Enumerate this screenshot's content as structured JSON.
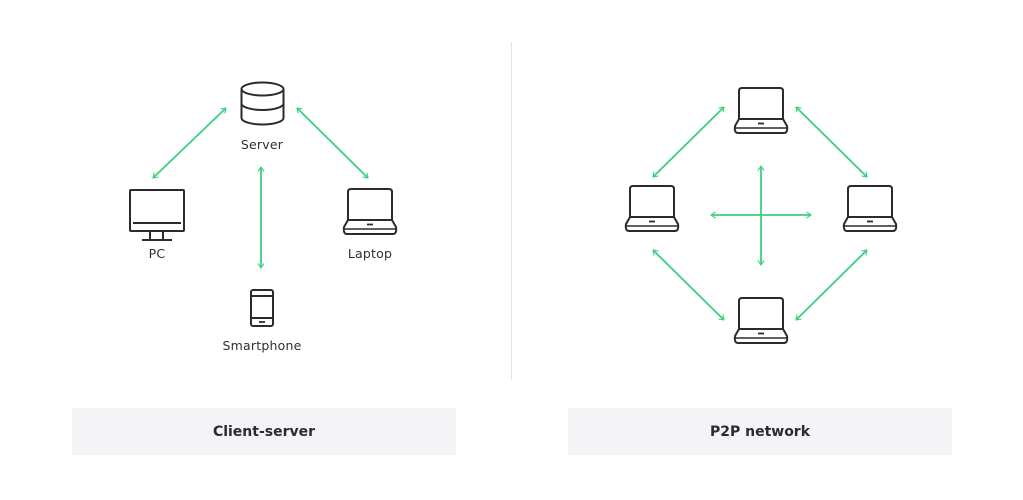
{
  "colors": {
    "icon_stroke": "#2b2b2d",
    "arrow": "#3ccf7c",
    "caption_bg": "#f4f4f6",
    "divider": "#e3e3e5"
  },
  "client_server": {
    "caption": "Client-server",
    "nodes": {
      "server": {
        "label": "Server",
        "icon": "database-icon"
      },
      "pc": {
        "label": "PC",
        "icon": "monitor-icon"
      },
      "laptop": {
        "label": "Laptop",
        "icon": "laptop-icon"
      },
      "smartphone": {
        "label": "Smartphone",
        "icon": "smartphone-icon"
      }
    },
    "connections": [
      {
        "from": "server",
        "to": "pc",
        "type": "bidirectional"
      },
      {
        "from": "server",
        "to": "laptop",
        "type": "bidirectional"
      },
      {
        "from": "server",
        "to": "smartphone",
        "type": "bidirectional"
      }
    ]
  },
  "p2p": {
    "caption": "P2P network",
    "nodes": {
      "top": {
        "icon": "laptop-icon"
      },
      "left": {
        "icon": "laptop-icon"
      },
      "right": {
        "icon": "laptop-icon"
      },
      "bottom": {
        "icon": "laptop-icon"
      }
    },
    "connections": [
      {
        "from": "top",
        "to": "left",
        "type": "bidirectional"
      },
      {
        "from": "top",
        "to": "right",
        "type": "bidirectional"
      },
      {
        "from": "bottom",
        "to": "left",
        "type": "bidirectional"
      },
      {
        "from": "bottom",
        "to": "right",
        "type": "bidirectional"
      },
      {
        "from": "left",
        "to": "right",
        "type": "bidirectional"
      },
      {
        "from": "top",
        "to": "bottom",
        "type": "bidirectional"
      }
    ]
  }
}
